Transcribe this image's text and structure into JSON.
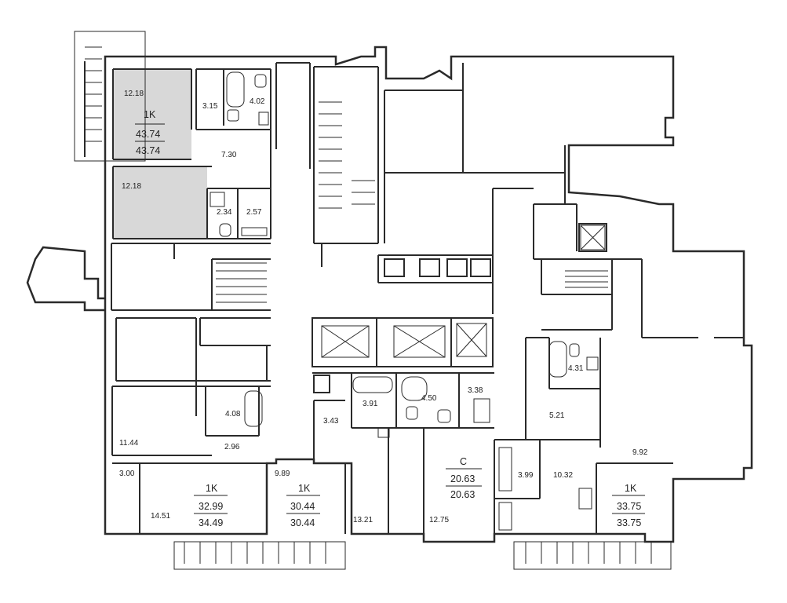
{
  "colors": {
    "wall": "#2a2a2a",
    "highlight": "#d8d8d8",
    "background": "#ffffff"
  },
  "apartments": {
    "a1": {
      "type": "1K",
      "area_top": "43.74",
      "area_bottom": "43.74"
    },
    "a2": {
      "type": "1K",
      "area_top": "32.99",
      "area_bottom": "34.49"
    },
    "a3": {
      "type": "1K",
      "area_top": "30.44",
      "area_bottom": "30.44"
    },
    "a4": {
      "type": "С",
      "area_top": "20.63",
      "area_bottom": "20.63"
    },
    "a5": {
      "type": "1K",
      "area_top": "33.75",
      "area_bottom": "33.75"
    }
  },
  "rooms": {
    "r1": "12.18",
    "r2": "3.15",
    "r3": "4.02",
    "r4": "7.30",
    "r5": "12.18",
    "r6": "2.34",
    "r7": "2.57",
    "r8": "4.08",
    "r9": "11.44",
    "r10": "2.96",
    "r11": "3.00",
    "r12": "14.51",
    "r13": "9.89",
    "r14": "3.43",
    "r15": "3.91",
    "r16": "4.50",
    "r17": "3.38",
    "r18": "13.21",
    "r19": "12.75",
    "r20": "5.21",
    "r21": "4.31",
    "r22": "3.99",
    "r23": "10.32",
    "r24": "9.92"
  }
}
